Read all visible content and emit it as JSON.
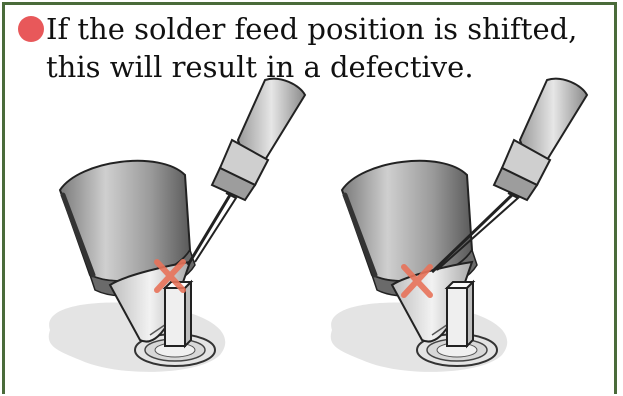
{
  "caption": {
    "line1": "If the solder feed position is shifted,",
    "line2": "this will result in a defective."
  },
  "colors": {
    "frame": "#4a6b3a",
    "bullet": "#e8585a",
    "cross": "#e8735a"
  },
  "illustrations": [
    {
      "name": "left-soldering-illustration",
      "mark": "x-mark"
    },
    {
      "name": "right-soldering-illustration",
      "mark": "x-mark"
    }
  ]
}
